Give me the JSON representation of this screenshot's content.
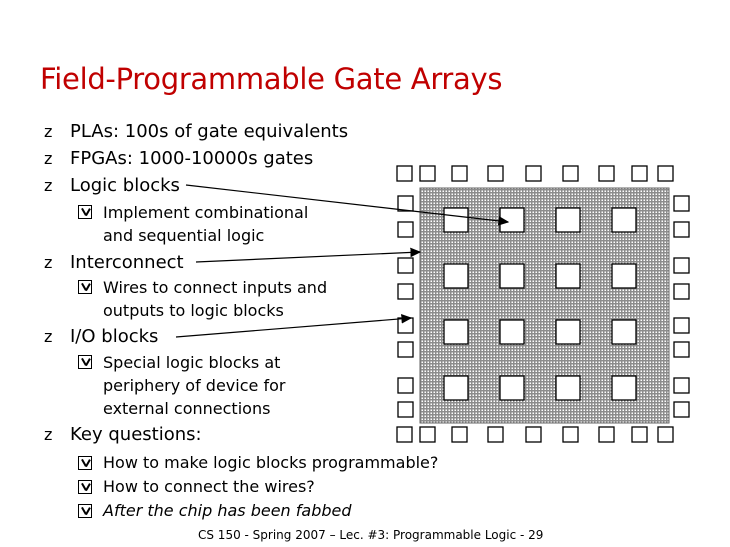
{
  "title": "Field-Programmable Gate Arrays",
  "bullet_marker": "z",
  "bullets": [
    {
      "text": "PLAs: 100s of gate equivalents"
    },
    {
      "text": "FPGAs: 1000-10000s gates"
    },
    {
      "text": "Logic blocks",
      "sub": [
        "Implement combinational",
        "and sequential logic"
      ]
    },
    {
      "text": "Interconnect",
      "sub": [
        "Wires to connect inputs and",
        "outputs to logic blocks"
      ]
    },
    {
      "text": "I/O blocks",
      "sub": [
        "Special logic blocks at",
        "periphery of device for",
        "external connections"
      ]
    },
    {
      "text": "Key questions:"
    }
  ],
  "questions": [
    "How to make logic blocks programmable?",
    "How to connect the wires?",
    "After the chip has been fabbed"
  ],
  "footer": "CS 150 - Spring 2007 – Lec. #3: Programmable Logic - 29",
  "colors": {
    "title": "#c00000",
    "text": "#000000",
    "grid": "#888888"
  }
}
